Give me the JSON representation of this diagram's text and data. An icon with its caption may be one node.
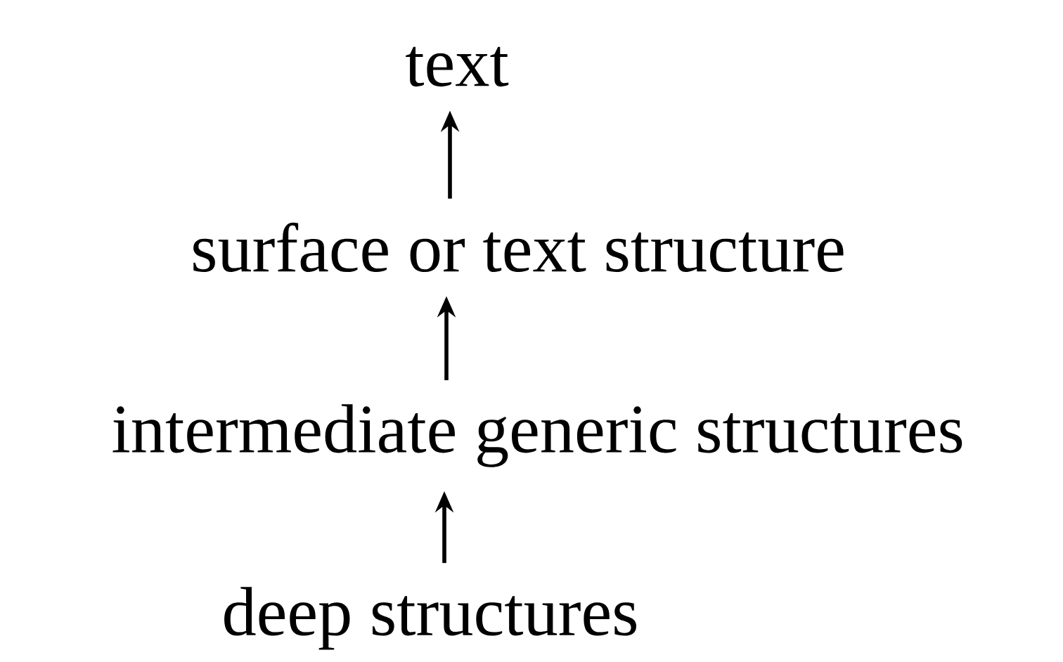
{
  "diagram": {
    "nodes": [
      {
        "text": [
          "text"
        ]
      },
      {
        "text": [
          "surface or text structure"
        ]
      },
      {
        "text": [
          "intermediate generic structures"
        ]
      },
      {
        "text": [
          "deep structures"
        ]
      }
    ],
    "edges": [
      {
        "from": 1,
        "to": 0,
        "arrow": "to"
      },
      {
        "from": 2,
        "to": 1,
        "arrow": "to"
      },
      {
        "from": 3,
        "to": 2,
        "arrow": "to"
      }
    ]
  }
}
